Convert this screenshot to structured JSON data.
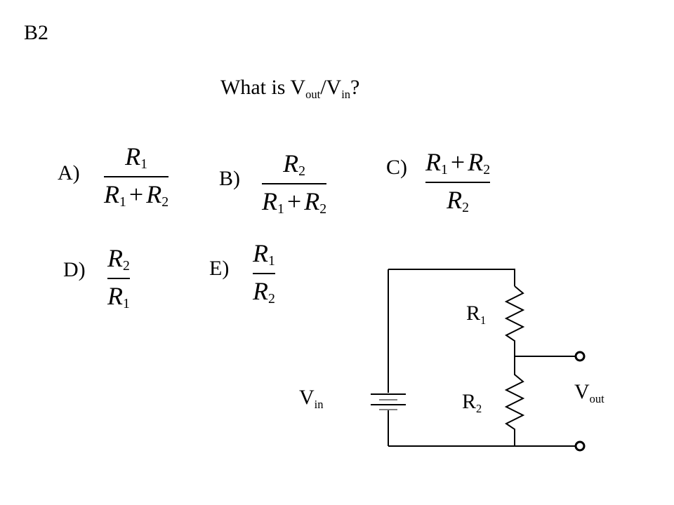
{
  "slide": {
    "id": "B2"
  },
  "question": {
    "prefix": "What is V",
    "out_sub": "out",
    "slash": "/V",
    "in_sub": "in",
    "suffix": "?"
  },
  "options": [
    {
      "label": "A)",
      "num": [
        {
          "v": "R",
          "s": "1"
        }
      ],
      "den": [
        {
          "v": "R",
          "s": "1"
        },
        {
          "op": "+"
        },
        {
          "v": "R",
          "s": "2"
        }
      ]
    },
    {
      "label": "B)",
      "num": [
        {
          "v": "R",
          "s": "2"
        }
      ],
      "den": [
        {
          "v": "R",
          "s": "1"
        },
        {
          "op": "+"
        },
        {
          "v": "R",
          "s": "2"
        }
      ]
    },
    {
      "label": "C)",
      "num": [
        {
          "v": "R",
          "s": "1"
        },
        {
          "op": "+"
        },
        {
          "v": "R",
          "s": "2"
        }
      ],
      "den": [
        {
          "v": "R",
          "s": "2"
        }
      ]
    },
    {
      "label": "D)",
      "num": [
        {
          "v": "R",
          "s": "2"
        }
      ],
      "den": [
        {
          "v": "R",
          "s": "1"
        }
      ]
    },
    {
      "label": "E)",
      "num": [
        {
          "v": "R",
          "s": "1"
        }
      ],
      "den": [
        {
          "v": "R",
          "s": "2"
        }
      ]
    }
  ],
  "circuit": {
    "r1": {
      "main": "R",
      "sub": "1"
    },
    "r2": {
      "main": "R",
      "sub": "2"
    },
    "vin": {
      "main": "V",
      "sub": "in"
    },
    "vout": {
      "main": "V",
      "sub": "out"
    }
  }
}
